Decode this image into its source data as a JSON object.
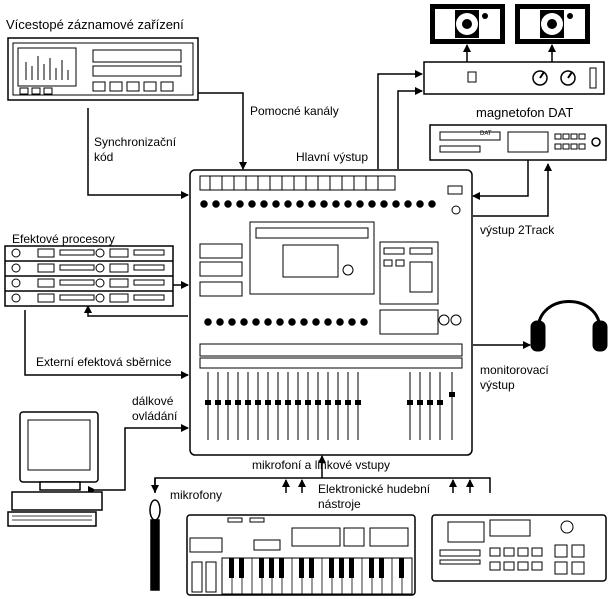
{
  "labels": {
    "multitrack": "Vícestopé záznamové zařízení",
    "aux": "Pomocné kanály",
    "sync_1": "Synchronizační",
    "sync_2": "kód",
    "main_out": "Hlavní výstup",
    "dat": "magnetofon DAT",
    "two_track": "výstup 2Track",
    "effects": "Efektové procesory",
    "ext_bus": "Externí efektová sběrnice",
    "monitor_1": "monitorovací",
    "monitor_2": "výstup",
    "remote_1": "dálkové",
    "remote_2": "ovládání",
    "mic_line": "mikrofoní a linkové vstupy",
    "mics": "mikrofony",
    "instruments_1": "Elektronické hudební",
    "instruments_2": "nástroje"
  },
  "device_text": {
    "dat_badge": "DAT"
  },
  "icons": [
    "speaker-icon",
    "headphones-icon",
    "microphone-icon",
    "computer-icon",
    "keyboard-icon"
  ]
}
